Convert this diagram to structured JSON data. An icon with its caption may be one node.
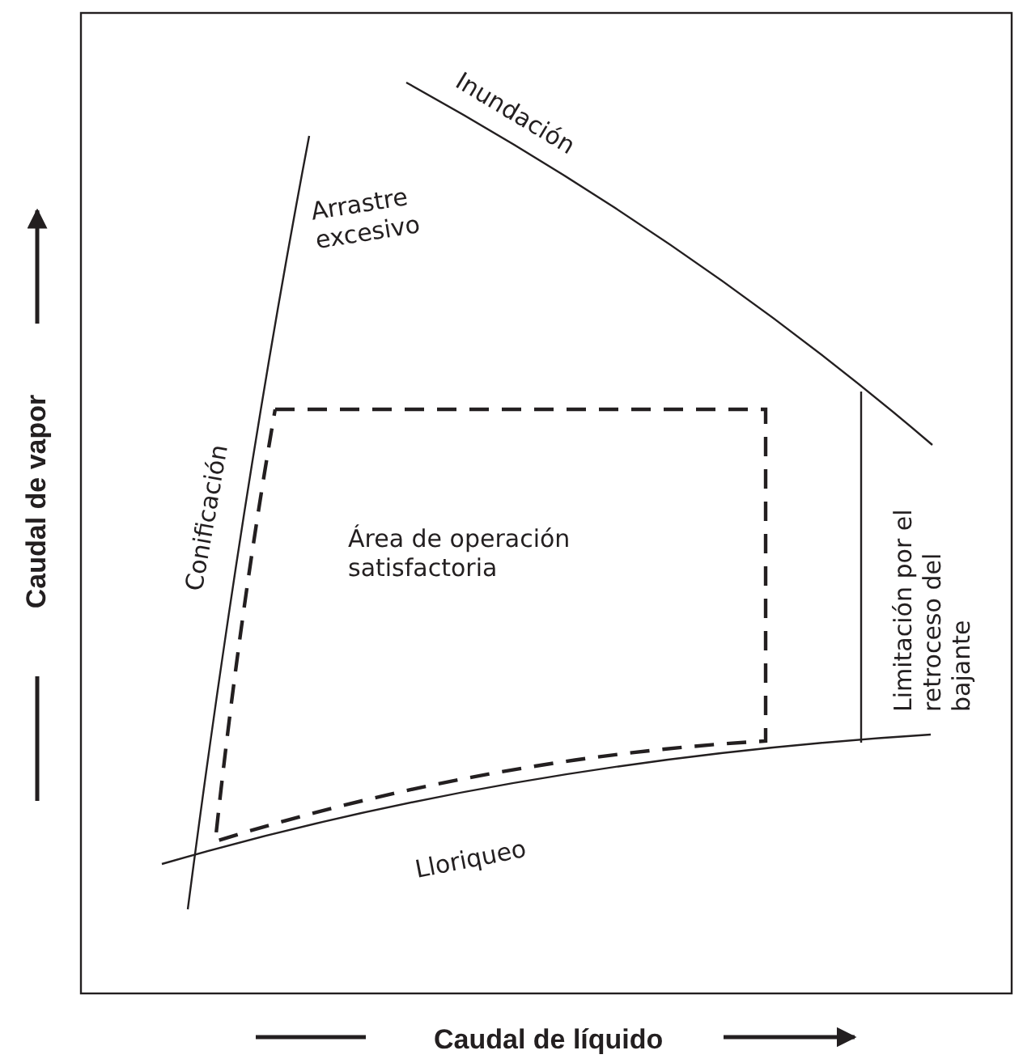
{
  "diagram": {
    "labels": [
      "Inundación",
      "Arrastre excesivo",
      "Conificación",
      "Área de operación satisfactoria",
      "Limitación por el retroceso del bajante",
      "Lloriqueo",
      "Caudal de vapor",
      "Caudal de líquido"
    ]
  }
}
